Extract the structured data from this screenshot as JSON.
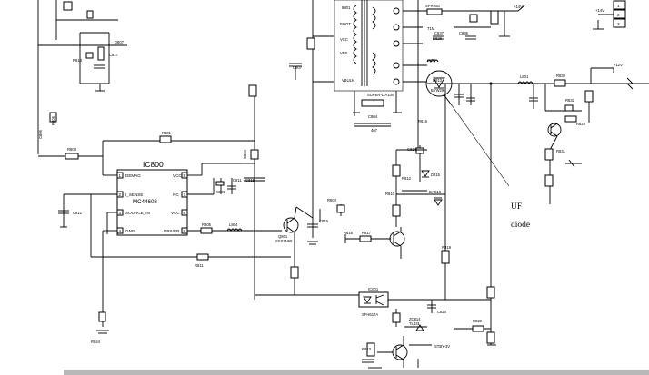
{
  "ic": {
    "ref": "IC800",
    "part": "MC44608",
    "pins_left": [
      {
        "num": "1",
        "name": "DEMAG"
      },
      {
        "num": "2",
        "name": "I_SENSE"
      },
      {
        "num": "3",
        "name": "SOURCE_IN"
      },
      {
        "num": "4",
        "name": "GND"
      }
    ],
    "pins_right": [
      {
        "num": "8",
        "name": "VCC"
      },
      {
        "num": "7",
        "name": "NC"
      },
      {
        "num": "6",
        "name": "VCC"
      },
      {
        "num": "5",
        "name": "DRIVER"
      }
    ]
  },
  "optocoupler": {
    "ref": "IC801",
    "part": "SFH617A"
  },
  "annotation": {
    "line1": "UF",
    "line2": "diode"
  },
  "connector": {
    "pins": [
      "1",
      "2",
      "3"
    ]
  }
}
